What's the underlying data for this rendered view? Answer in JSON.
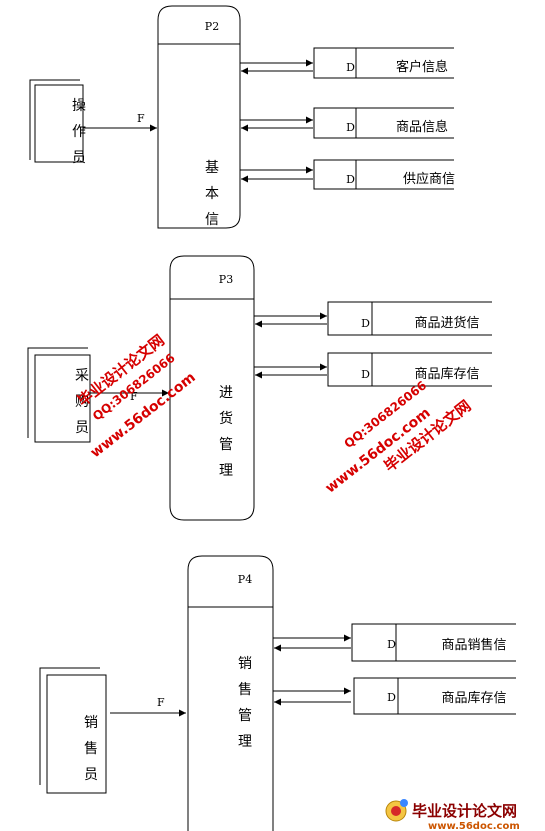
{
  "diagrams": [
    {
      "process": {
        "id": "P2",
        "label_chars": [
          "基",
          "本",
          "信"
        ]
      },
      "external": {
        "label_chars": [
          "操",
          "作",
          "员"
        ]
      },
      "input_flow": "F",
      "stores": [
        {
          "id": "D",
          "name": "客户信息"
        },
        {
          "id": "D",
          "name": "商品信息"
        },
        {
          "id": "D",
          "name": "供应商信"
        }
      ]
    },
    {
      "process": {
        "id": "P3",
        "label_chars": [
          "进",
          "货",
          "管",
          "理"
        ]
      },
      "external": {
        "label_chars": [
          "采",
          "购",
          "员"
        ]
      },
      "input_flow": "F",
      "stores": [
        {
          "id": "D",
          "name": "商品进货信"
        },
        {
          "id": "D",
          "name": "商品库存信"
        }
      ]
    },
    {
      "process": {
        "id": "P4",
        "label_chars": [
          "销",
          "售",
          "管",
          "理"
        ]
      },
      "external": {
        "label_chars": [
          "销",
          "售",
          "员"
        ]
      },
      "input_flow": "F",
      "stores": [
        {
          "id": "D",
          "name": "商品销售信"
        },
        {
          "id": "D",
          "name": "商品库存信"
        }
      ]
    }
  ],
  "watermarks": {
    "site_name": "毕业设计论文网",
    "url": "www.56doc.com",
    "qq": "QQ:306826066"
  },
  "footer_logo": {
    "name": "毕业设计论文网",
    "url": "www.56doc.com"
  },
  "colors": {
    "watermark": "#d60000",
    "footer_text": "#8b0000",
    "footer_url": "#cc5500",
    "lines": "#000000"
  }
}
